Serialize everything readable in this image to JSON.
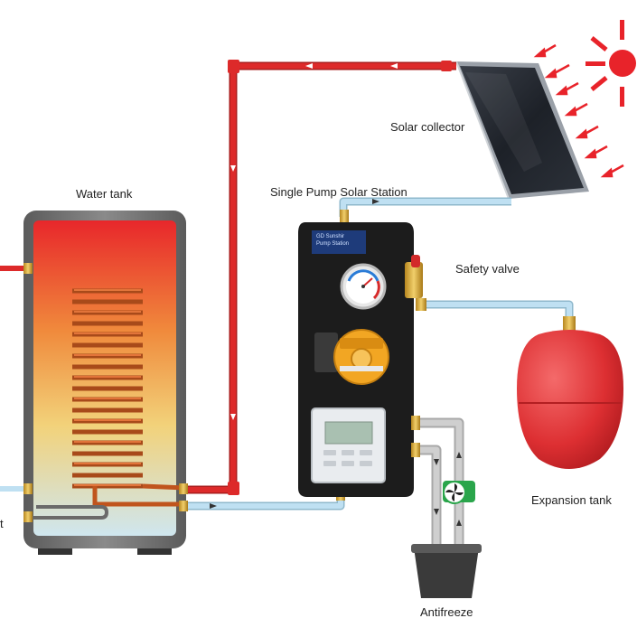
{
  "labels": {
    "water_tank": "Water tank",
    "solar_collector": "Solar collector",
    "pump_station": "Single Pump Solar Station",
    "safety_valve": "Safety valve",
    "expansion_tank": "Expansion tank",
    "antifreeze": "Antifreeze",
    "left_cut": "t"
  },
  "station_brand": {
    "line1": "GD Sunshir",
    "line2": "Pump Station"
  },
  "colors": {
    "hot_pipe": "#dd2a2a",
    "cold_pipe": "#bfe0f2",
    "tank_shell": "#6e6e6e",
    "expansion_tank": "#e23a3a",
    "station_body": "#1c1c1c",
    "pump_housing": "#f2a623",
    "antifreeze_pump": "#2aa54b",
    "sun": "#e8232a"
  },
  "icons": {
    "sun": "sun-icon",
    "antifreeze_pump": "pump-fan-icon",
    "flow_arrow": "arrow-icon"
  }
}
